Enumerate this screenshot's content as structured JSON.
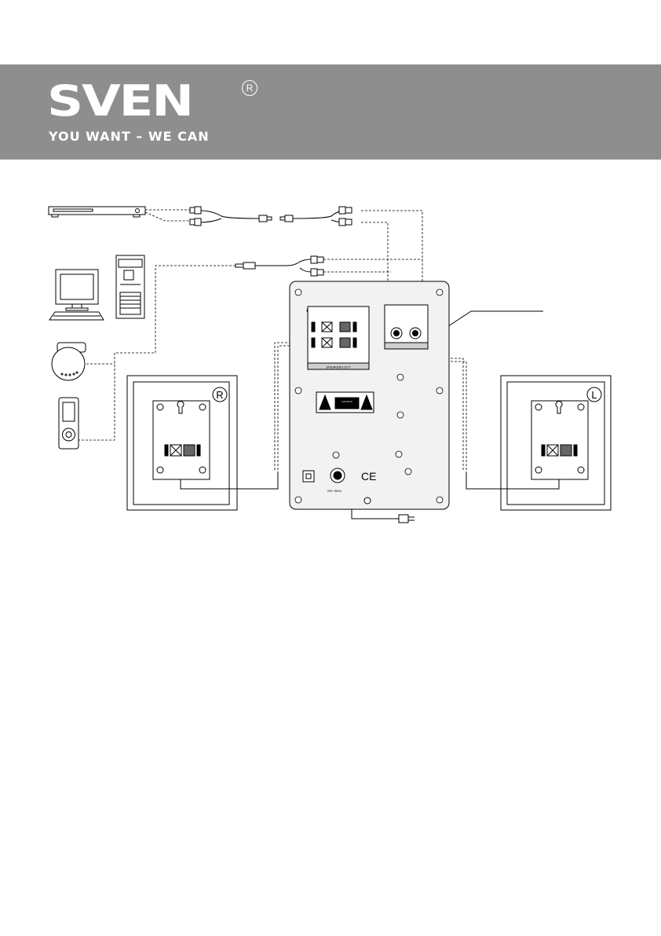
{
  "header": {
    "brand": "SVEN",
    "registered": "R",
    "slogan": "YOU WANT – WE CAN"
  },
  "panel": {
    "speakers_out_label": "SPEAKERS OUT",
    "power_label": "230~50Hz",
    "caution_label": "CAUTION",
    "ce_mark": "CE"
  },
  "speakers": {
    "right_mark": "R",
    "left_mark": "L"
  },
  "colors": {
    "header_bg": "#8e8e8e",
    "line": "#000000",
    "panel_fill": "#f2f2f2",
    "label_strip": "#cfcfcf"
  }
}
